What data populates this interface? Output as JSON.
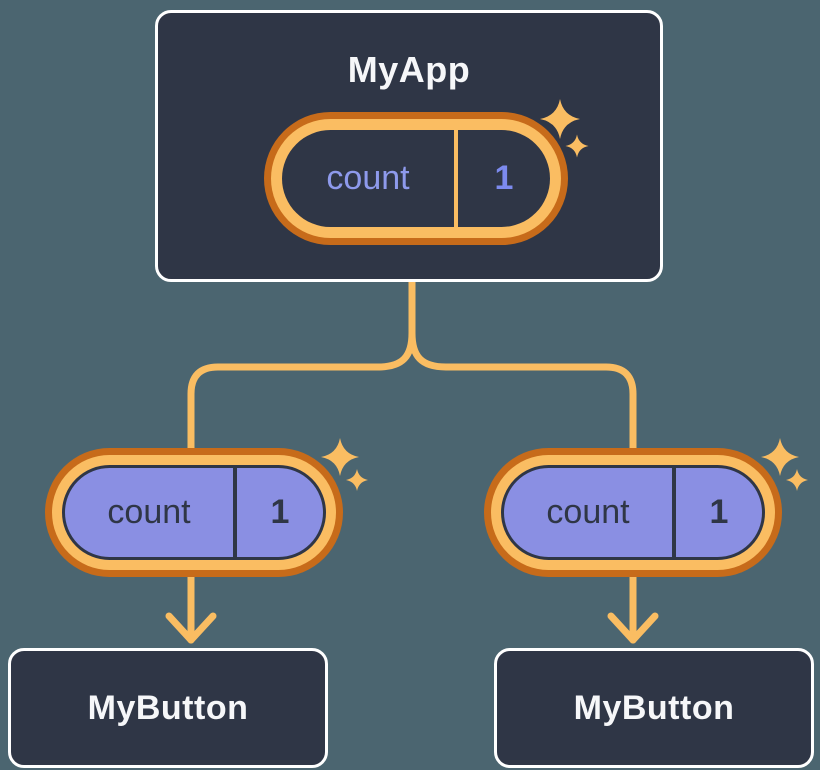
{
  "background_color": "#4B6570",
  "palette": {
    "accent_orange": "#FABD62",
    "accent_orange_dark": "#C76B1A",
    "pill_purple": "#8A8FE3",
    "state_label_color": "#8E9AEC",
    "state_value_color": "#7C8AEE",
    "ink": "#2F3646",
    "box_fill": "#2F3646",
    "box_border": "#FFFFFF",
    "title_color": "#F6F7F9"
  },
  "root_component": {
    "title": "MyApp",
    "state_pill": {
      "label": "count",
      "value": "1"
    }
  },
  "children": [
    {
      "title": "MyButton",
      "prop_pill": {
        "label": "count",
        "value": "1"
      }
    },
    {
      "title": "MyButton",
      "prop_pill": {
        "label": "count",
        "value": "1"
      }
    }
  ]
}
